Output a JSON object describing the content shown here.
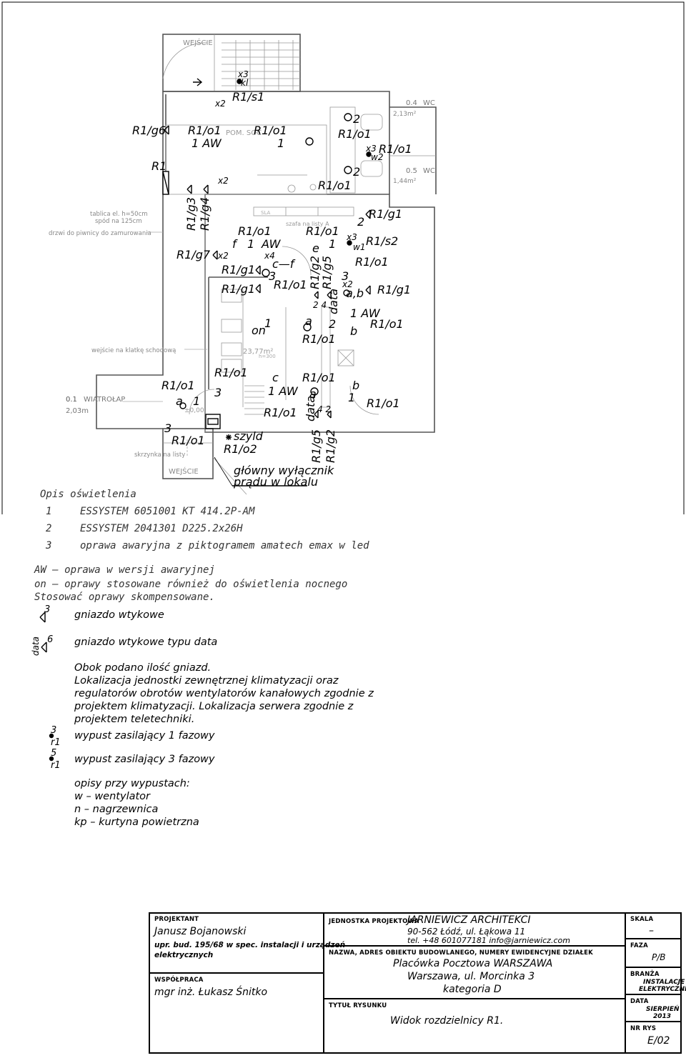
{
  "plan": {
    "grey_labels": {
      "entrance_top": "WEJŚCIE",
      "entrance_bottom": "WEJŚCIE",
      "wiatrolap_num": "0.1",
      "wiatrolap_name": "WIATROŁAP",
      "wiatrolap_area": "2,03m",
      "wc_top_num": "0.4",
      "wc_top_name": "WC",
      "wc_top_area": "2,13m²",
      "wc_bottom_num": "0.5",
      "wc_bottom_name": "WC",
      "wc_bottom_area": "1,44m²",
      "tablica_1": "tablica el. h=50cm",
      "tablica_2": "spód na 125cm",
      "drzwi": "drzwi do piwnicy do zamurowania",
      "wejscie_klatka": "wejście na klatkę schodową",
      "skrzynka": "skrzynka na listy",
      "pom_soc": "POM. SOC",
      "area_hall": "23,77m²",
      "level": "±0,00",
      "szafa": "szafa na listy A",
      "h300": "h=300",
      "sla": "SLA"
    },
    "labels": {
      "r1g6": "R1/g6",
      "r1o1_a": "R1/o1",
      "r1o1_b": "R1/o1",
      "aw_a": "1 AW",
      "one_a": "1",
      "r1s1": "R1/s1",
      "x3kl": "x3",
      "kl": "kl",
      "x2_top": "x2",
      "r1_big": "R1",
      "r1g3": "R1/g3",
      "r1g4": "R1/g4",
      "x2_mid": "x2",
      "r1o1_c": "R1/o1",
      "r1o1_d": "R1/o1",
      "two_a": "2",
      "two_b": "2",
      "x3w2": "x3",
      "w2": "w2",
      "r1o1_e": "R1/o1",
      "r1g1_a": "R1/g1",
      "two_c": "2",
      "r1s2": "R1/s2",
      "x3w1": "x3",
      "w1": "w1",
      "r1o1_f": "R1/o1",
      "r1o1_g": "R1/o1",
      "r1o1_h": "R1/o1",
      "one_b": "1",
      "aw_b": "AW",
      "f_a": "f",
      "one_c": "1",
      "e": "e",
      "r1g7": "R1/g7",
      "x2_g7": "x2",
      "x4": "x4",
      "cf": "c—f",
      "r1g1_b": "R1/g1",
      "three_a": "3",
      "r1o1_i": "R1/o1",
      "r1g1_c": "R1/g1",
      "r1g2_a": "R1/g2",
      "r1g5_a": "R1/g5",
      "data_a": "data",
      "two_four_a": "2  4",
      "three_b": "3",
      "x2_ab": "x2",
      "ab": "a,b",
      "r1g1_d": "R1/g1",
      "one_aw_c": "1 AW",
      "r1o1_j": "R1/o1",
      "on": "on",
      "one_d": "1",
      "a_a": "a",
      "two_d": "2",
      "b_a": "b",
      "r1o1_k": "R1/o1",
      "r1o1_l": "R1/o1",
      "c": "c",
      "r1o1_m": "R1/o1",
      "one_aw_d": "1 AW",
      "a_b": "a",
      "b_b": "b",
      "one_e": "1",
      "r1o1_n": "R1/o1",
      "r1o1_o": "R1/o1",
      "a_c": "a",
      "three_c": "3",
      "one_f": "1",
      "r1o1_p": "R1/o1",
      "data_b": "data",
      "four_two": "4  2",
      "three_d": "3",
      "r1o1_q": "R1/o1",
      "szyld": "szyld",
      "r1o2": "R1/o2",
      "r1g5_b": "R1/g5",
      "r1g2_b": "R1/g2",
      "main_switch_1": "główny wyłącznik",
      "main_switch_2": "prądu w lokalu"
    }
  },
  "legend": {
    "title": "Opis oświetlenia",
    "items": [
      {
        "num": "1",
        "text": "ESSYSTEM 6051001 KT 414.2P-AM"
      },
      {
        "num": "2",
        "text": "ESSYSTEM 2041301 D225.2x26H"
      },
      {
        "num": "3",
        "text": "oprawa awaryjna z piktogramem amatech emax w led"
      }
    ],
    "aw_note": "AW – oprawa w wersji awaryjnej",
    "on_note": "on – oprawy stosowane również do oświetlenia nocnego",
    "comp_note": "Stosować oprawy skompensowane."
  },
  "symbols": {
    "socket_num": "3",
    "socket_text": "gniazdo wtykowe",
    "data_tag": "data",
    "data_num": "6",
    "data_text": "gniazdo wtykowe typu data",
    "notes": [
      "Obok podano ilość gniazd.",
      "Lokalizacja jednostki zewnętrznej klimatyzacji oraz",
      "regulatorów obrotów wentylatorów kanałowych zgodnie z",
      "projektem klimatyzacji. Lokalizacja serwera zgodnie z",
      "projektem teletechniki."
    ],
    "outlet1_num": "3",
    "outlet1_sub": "r1",
    "outlet1_text": "wypust zasilający 1 fazowy",
    "outlet3_num": "5",
    "outlet3_sub": "r1",
    "outlet3_text": "wypust zasilający 3 fazowy",
    "opisy_title": "opisy przy wypustach:",
    "opisy": [
      "w – wentylator",
      "n – nagrzewnica",
      "kp – kurtyna powietrzna"
    ]
  },
  "title_block": {
    "projektant_hd": "PROJEKTANT",
    "projektant_name": "Janusz Bojanowski",
    "projektant_upr": "upr. bud. 195/68 w spec. instalacji i urządzeń",
    "projektant_upr2": "elektrycznych",
    "wspolpraca_hd": "WSPÓŁPRACA",
    "wspolpraca_name": "mgr inż. Łukasz Śnitko",
    "jednostka_hd": "JEDNOSTKA PROJEKTOWA",
    "jednostka_name": "JARNIEWICZ ARCHITEKCI",
    "jednostka_addr": "90-562 Łódź, ul. Łąkowa 11",
    "jednostka_contact": "tel. +48 601077181    info@jarniewicz.com",
    "obiekt_hd": "NAZWA, ADRES OBIEKTU BUDOWLANEGO, NUMERY EWIDENCYJNE DZIAŁEK",
    "obiekt_name": "Placówka Pocztowa WARSZAWA",
    "obiekt_addr": "Warszawa, ul. Morcinka 3",
    "obiekt_cat": "kategoria D",
    "tytul_hd": "TYTUŁ RYSUNKU",
    "tytul": "Widok rozdzielnicy R1.",
    "skala_hd": "SKALA",
    "skala": "–",
    "faza_hd": "FAZA",
    "faza": "P/B",
    "branza_hd": "BRANŻA",
    "branza_1": "INSTALACJE",
    "branza_2": "ELEKTRYCZNE",
    "data_hd": "DATA",
    "data_1": "SIERPIEŃ",
    "data_2": "2013",
    "nr_hd": "NR RYS",
    "nr": "E/02"
  }
}
